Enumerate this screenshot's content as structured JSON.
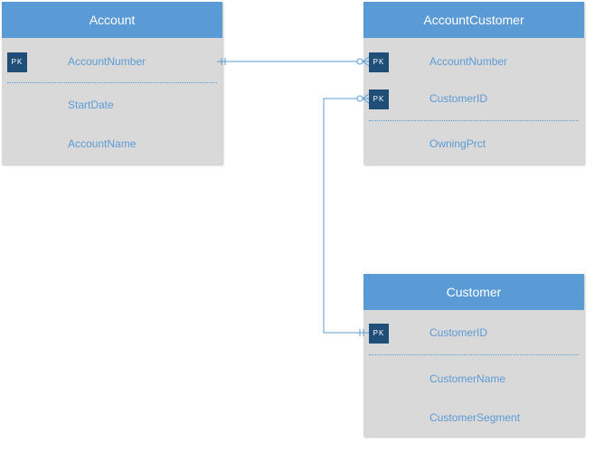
{
  "pk_label": "PK",
  "entities": {
    "account": {
      "title": "Account",
      "keys": [
        "AccountNumber"
      ],
      "fields": [
        "StartDate",
        "AccountName"
      ]
    },
    "account_customer": {
      "title": "AccountCustomer",
      "keys": [
        "AccountNumber",
        "CustomerID"
      ],
      "fields": [
        "OwningPrct"
      ]
    },
    "customer": {
      "title": "Customer",
      "keys": [
        "CustomerID"
      ],
      "fields": [
        "CustomerName",
        "CustomerSegment"
      ]
    }
  },
  "relationships": [
    {
      "from": "Account.AccountNumber",
      "to": "AccountCustomer.AccountNumber",
      "from_end": "one",
      "to_end": "zero-or-many"
    },
    {
      "from": "Customer.CustomerID",
      "to": "AccountCustomer.CustomerID",
      "from_end": "one",
      "to_end": "zero-or-many"
    }
  ],
  "colors": {
    "header": "#5b9bd5",
    "body": "#d9d9d9",
    "pk_badge": "#1f4e79",
    "field_text": "#5b9bd5",
    "connector": "#5b9bd5"
  }
}
